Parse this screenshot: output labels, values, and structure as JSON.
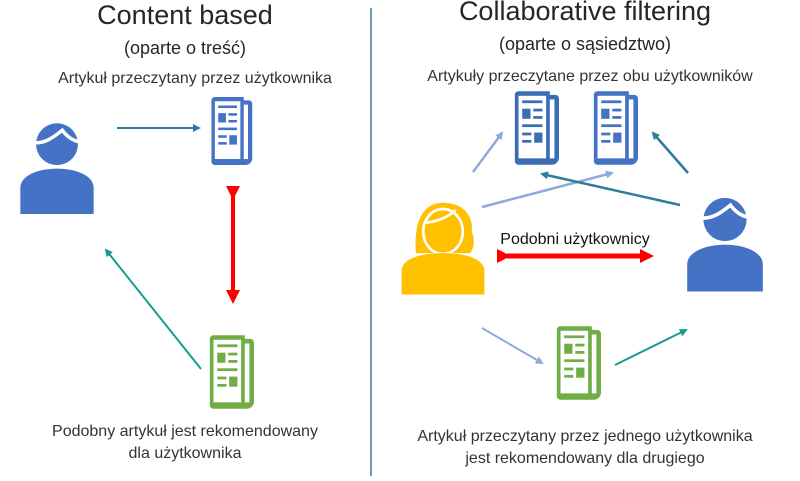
{
  "left_panel": {
    "title": "Content based",
    "subtitle": "(oparte o treść)",
    "top_caption": "Artykuł przeczytany przez użytkownika",
    "bottom_caption_line1": "Podobny artykuł jest rekomendowany",
    "bottom_caption_line2": "dla użytkownika",
    "icons": [
      "user-icon",
      "article-icon-read",
      "article-icon-recommended"
    ]
  },
  "right_panel": {
    "title": "Collaborative filtering",
    "subtitle": "(oparte o sąsiedztwo)",
    "top_caption": "Artykuły przeczytane przez obu użytkowników",
    "middle_label": "Podobni użytkownicy",
    "bottom_caption_line1": "Artykuł przeczytany przez jednego użytkownika",
    "bottom_caption_line2": "jest rekomendowany dla drugiego",
    "icons": [
      "female-user-icon",
      "male-user-icon",
      "article-icon-shared-1",
      "article-icon-shared-2",
      "article-icon-recommended"
    ]
  },
  "colors": {
    "user_blue": "#4472C4",
    "user_yellow": "#FFC000",
    "article_blue": "#4472C4",
    "article_dark_blue": "#3A6DB5",
    "article_green": "#70AD47",
    "arrow_teal_dark": "#2E7D9A",
    "arrow_teal": "#169B8F",
    "arrow_light_blue": "#8EA9DB",
    "arrow_red": "#FF0000",
    "divider": "#3F7A9A"
  }
}
